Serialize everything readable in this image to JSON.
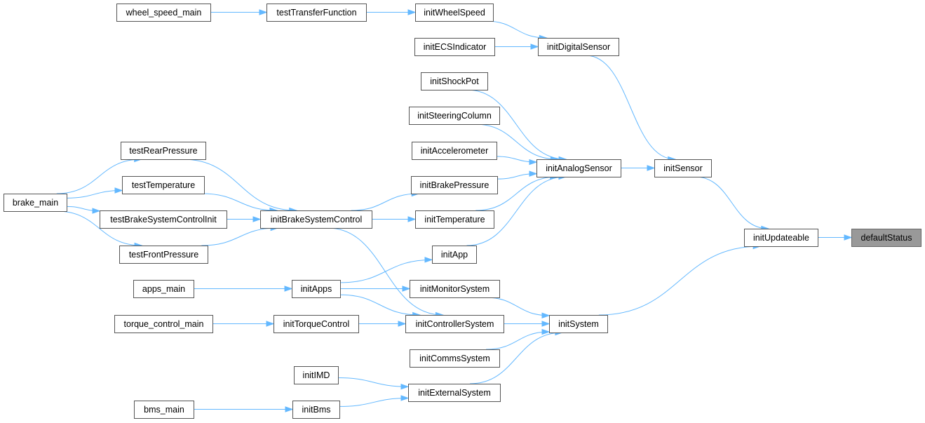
{
  "graph": {
    "nodes": [
      {
        "id": "defaultStatus",
        "label": "defaultStatus",
        "root": true
      },
      {
        "id": "initUpdateable",
        "label": "initUpdateable"
      },
      {
        "id": "initSensor",
        "label": "initSensor"
      },
      {
        "id": "initSystem",
        "label": "initSystem"
      },
      {
        "id": "initDigitalSensor",
        "label": "initDigitalSensor"
      },
      {
        "id": "initAnalogSensor",
        "label": "initAnalogSensor"
      },
      {
        "id": "initWheelSpeed",
        "label": "initWheelSpeed"
      },
      {
        "id": "initECSIndicator",
        "label": "initECSIndicator"
      },
      {
        "id": "testTransferFunction",
        "label": "testTransferFunction"
      },
      {
        "id": "wheel_speed_main",
        "label": "wheel_speed_main"
      },
      {
        "id": "initShockPot",
        "label": "initShockPot"
      },
      {
        "id": "initSteeringColumn",
        "label": "initSteeringColumn"
      },
      {
        "id": "initAccelerometer",
        "label": "initAccelerometer"
      },
      {
        "id": "initBrakePressure",
        "label": "initBrakePressure"
      },
      {
        "id": "initTemperature",
        "label": "initTemperature"
      },
      {
        "id": "initApp",
        "label": "initApp"
      },
      {
        "id": "initBrakeSystemControl",
        "label": "initBrakeSystemControl"
      },
      {
        "id": "testRearPressure",
        "label": "testRearPressure"
      },
      {
        "id": "testTemperature",
        "label": "testTemperature"
      },
      {
        "id": "testBrakeSystemControlInit",
        "label": "testBrakeSystemControlInit"
      },
      {
        "id": "testFrontPressure",
        "label": "testFrontPressure"
      },
      {
        "id": "brake_main",
        "label": "brake_main"
      },
      {
        "id": "initApps",
        "label": "initApps"
      },
      {
        "id": "apps_main",
        "label": "apps_main"
      },
      {
        "id": "initMonitorSystem",
        "label": "initMonitorSystem"
      },
      {
        "id": "initControllerSystem",
        "label": "initControllerSystem"
      },
      {
        "id": "initCommsSystem",
        "label": "initCommsSystem"
      },
      {
        "id": "initExternalSystem",
        "label": "initExternalSystem"
      },
      {
        "id": "initTorqueControl",
        "label": "initTorqueControl"
      },
      {
        "id": "torque_control_main",
        "label": "torque_control_main"
      },
      {
        "id": "initIMD",
        "label": "initIMD"
      },
      {
        "id": "initBms",
        "label": "initBms"
      },
      {
        "id": "bms_main",
        "label": "bms_main"
      }
    ],
    "edges": [
      {
        "from": "initUpdateable",
        "to": "defaultStatus"
      },
      {
        "from": "initSensor",
        "to": "initUpdateable"
      },
      {
        "from": "initSystem",
        "to": "initUpdateable"
      },
      {
        "from": "initDigitalSensor",
        "to": "initSensor"
      },
      {
        "from": "initAnalogSensor",
        "to": "initSensor"
      },
      {
        "from": "initWheelSpeed",
        "to": "initDigitalSensor"
      },
      {
        "from": "initECSIndicator",
        "to": "initDigitalSensor"
      },
      {
        "from": "testTransferFunction",
        "to": "initWheelSpeed"
      },
      {
        "from": "wheel_speed_main",
        "to": "testTransferFunction"
      },
      {
        "from": "initShockPot",
        "to": "initAnalogSensor"
      },
      {
        "from": "initSteeringColumn",
        "to": "initAnalogSensor"
      },
      {
        "from": "initAccelerometer",
        "to": "initAnalogSensor"
      },
      {
        "from": "initBrakePressure",
        "to": "initAnalogSensor"
      },
      {
        "from": "initTemperature",
        "to": "initAnalogSensor"
      },
      {
        "from": "initApp",
        "to": "initAnalogSensor"
      },
      {
        "from": "initBrakeSystemControl",
        "to": "initBrakePressure"
      },
      {
        "from": "initBrakeSystemControl",
        "to": "initTemperature"
      },
      {
        "from": "initBrakeSystemControl",
        "to": "initControllerSystem"
      },
      {
        "from": "testRearPressure",
        "to": "initBrakeSystemControl"
      },
      {
        "from": "testTemperature",
        "to": "initBrakeSystemControl"
      },
      {
        "from": "testBrakeSystemControlInit",
        "to": "initBrakeSystemControl"
      },
      {
        "from": "testFrontPressure",
        "to": "initBrakeSystemControl"
      },
      {
        "from": "brake_main",
        "to": "testRearPressure"
      },
      {
        "from": "brake_main",
        "to": "testTemperature"
      },
      {
        "from": "brake_main",
        "to": "testBrakeSystemControlInit"
      },
      {
        "from": "brake_main",
        "to": "testFrontPressure"
      },
      {
        "from": "initApps",
        "to": "initApp"
      },
      {
        "from": "initApps",
        "to": "initMonitorSystem"
      },
      {
        "from": "initApps",
        "to": "initControllerSystem"
      },
      {
        "from": "apps_main",
        "to": "initApps"
      },
      {
        "from": "initMonitorSystem",
        "to": "initSystem"
      },
      {
        "from": "initControllerSystem",
        "to": "initSystem"
      },
      {
        "from": "initCommsSystem",
        "to": "initSystem"
      },
      {
        "from": "initExternalSystem",
        "to": "initSystem"
      },
      {
        "from": "initTorqueControl",
        "to": "initControllerSystem"
      },
      {
        "from": "torque_control_main",
        "to": "initTorqueControl"
      },
      {
        "from": "initIMD",
        "to": "initExternalSystem"
      },
      {
        "from": "initBms",
        "to": "initExternalSystem"
      },
      {
        "from": "bms_main",
        "to": "initBms"
      }
    ]
  }
}
